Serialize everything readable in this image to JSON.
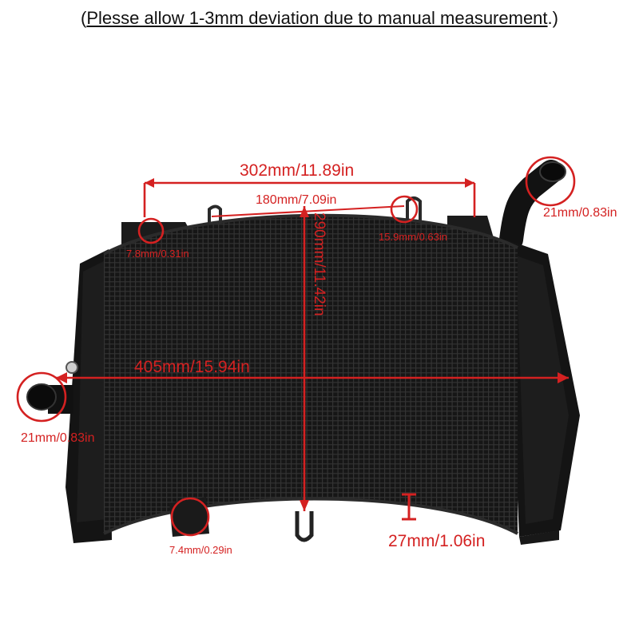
{
  "header": {
    "open": "(",
    "text": "Plesse allow 1-3mm deviation due to manual measurement",
    "close": ".)"
  },
  "colors": {
    "accent": "#d42121",
    "product": "#151515"
  },
  "measurements": {
    "top_width": "302mm/11.89in",
    "upper_width": "180mm/7.09in",
    "full_width": "405mm/15.94in",
    "height": "290mm/11.42in",
    "thickness": "27mm/1.06in",
    "outlet_top_right": "21mm/0.83in",
    "inlet_left": "21mm/0.83in",
    "top_left_hole": "7.8mm/0.31in",
    "top_right_hole": "15.9mm/0.63in",
    "bottom_mount": "7.4mm/0.29in"
  }
}
